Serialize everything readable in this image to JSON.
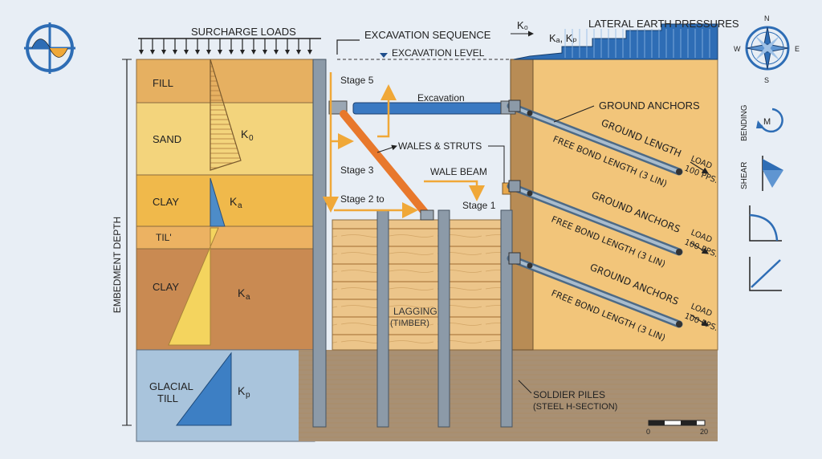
{
  "title_left": "SURCHARGE LOADS",
  "title_right": "LATERAL EARTH PRESSURES",
  "excavation_sequence": "EXCAVATION SEQUENCE",
  "excavation_level": "EXCAVATION LEVEL",
  "k0_top": "K₀",
  "ka_kp_top": "Kₐ, Kₚ",
  "embedment_depth": "EMBEDMENT DEPTH",
  "layers": [
    {
      "name": "FILL"
    },
    {
      "name": "SAND",
      "coef": "K0"
    },
    {
      "name": "CLAY",
      "coef": "Ka"
    },
    {
      "name": "TIL'"
    },
    {
      "name": "CLAY",
      "coef": "Ka"
    },
    {
      "name": "GLACIAL TILL",
      "line1": "GLACIAL",
      "line2": "TILL",
      "coef": "Kp"
    }
  ],
  "coef_labels": {
    "k0": "K",
    "k0_sub": "0",
    "ka": "K",
    "ka_sub": "a",
    "kp": "K",
    "kp_sub": "p"
  },
  "stages": {
    "stage5": "Stage 5",
    "stage3": "Stage 3",
    "stage2": "Stage 2 to",
    "stage1": "Stage 1"
  },
  "excavation_strut": "Excavation",
  "wales_struts": "WALES & STRUTS",
  "wale_beam": "WALE BEAM",
  "lagging": "LAGGING",
  "lagging_sub": "(TIMBER)",
  "soldier_piles": "SOLDIER PILES",
  "soldier_piles_sub": "(STEEL H-SECTION)",
  "ground_anchors_title": "GROUND ANCHORS",
  "anchors": [
    {
      "top": "GROUND LENGTH",
      "bottom": "FREE BOND LENGTH (3 LIN)",
      "load1": "LOAD",
      "load2": "100 PPS."
    },
    {
      "top": "GROUND ANCHORS",
      "bottom": "FREE BOND LENGTH (3 LIN)",
      "load1": "LOAD",
      "load2": "100 PPS."
    },
    {
      "top": "GROUND ANCHORS",
      "bottom": "FREE BOND LENGTH (3 LIN)",
      "load1": "LOAD",
      "load2": "100 PPS."
    }
  ],
  "side_panel": {
    "bending": "BENDING",
    "moment": "M",
    "shear": "SHEAR"
  },
  "compass": {
    "n": "N",
    "s": "S",
    "e": "E",
    "w": "W"
  },
  "scale": {
    "start": "0",
    "end": "20"
  },
  "colors": {
    "fill": "#e6b061",
    "sand": "#f3d47c",
    "clay": "#f0b94b",
    "till": "#ecb262",
    "clay2": "#c98a52",
    "glacial": "#a9c4dc",
    "retained": "#f2c57a",
    "below": "#a89074",
    "blue": "#2e6db5",
    "strut": "#e8782c",
    "steel": "#8c9aa8"
  }
}
